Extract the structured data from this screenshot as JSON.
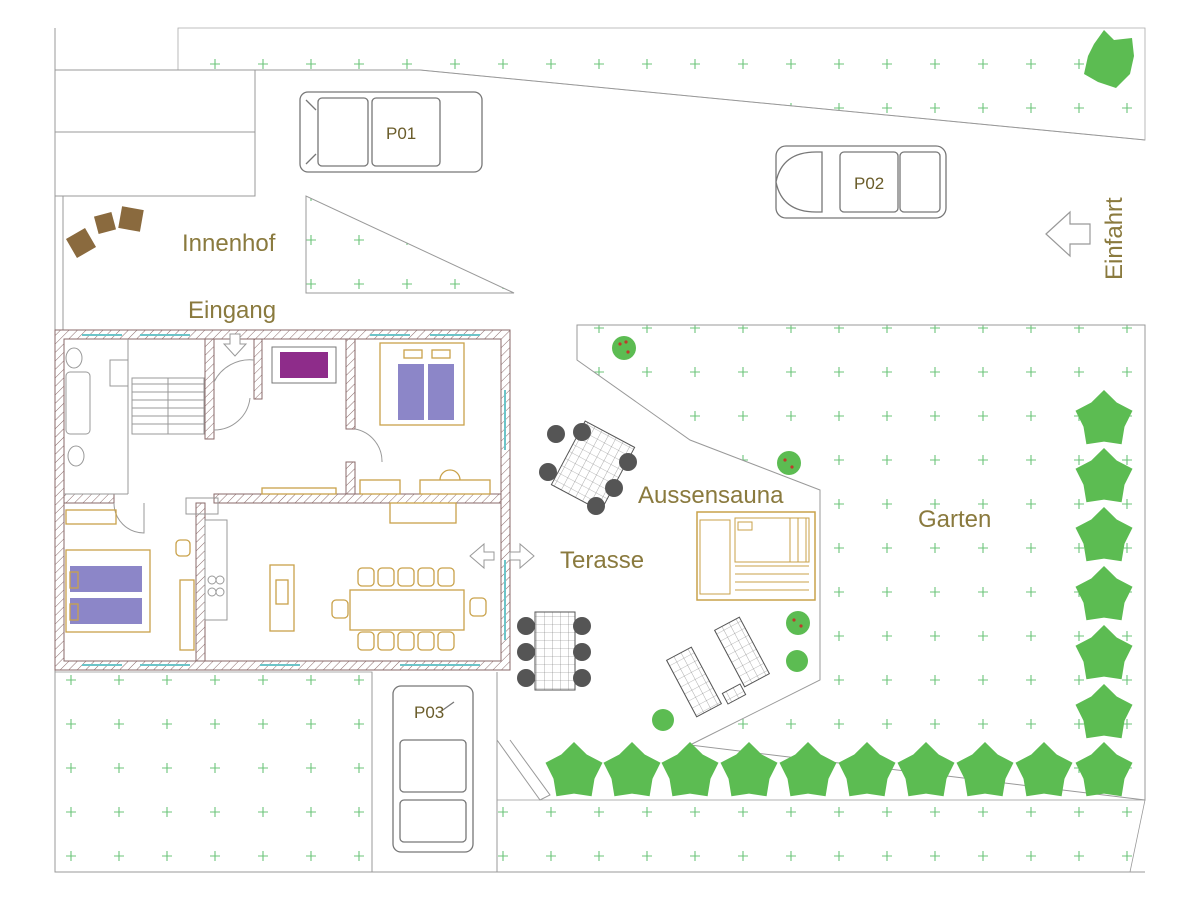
{
  "labels": {
    "innenhof": "Innenhof",
    "eingang": "Eingang",
    "einfahrt": "Einfahrt",
    "aussensauna": "Aussensauna",
    "terasse": "Terasse",
    "garten": "Garten"
  },
  "parking": {
    "p01": "P01",
    "p02": "P02",
    "p03": "P03"
  },
  "colors": {
    "label": "#8a7a3e",
    "grass_cross": "#6cc47a",
    "tree": "#5cbc52",
    "bed": "#8c86c8",
    "bathtub": "#8e2c8a",
    "furniture": "#c9a24a",
    "wall_hatch": "#8a6a6a"
  },
  "icons": [
    "tree-icon",
    "bush-icon",
    "arrow-icon",
    "car-icon",
    "bed-icon",
    "chair-icon",
    "table-icon"
  ]
}
